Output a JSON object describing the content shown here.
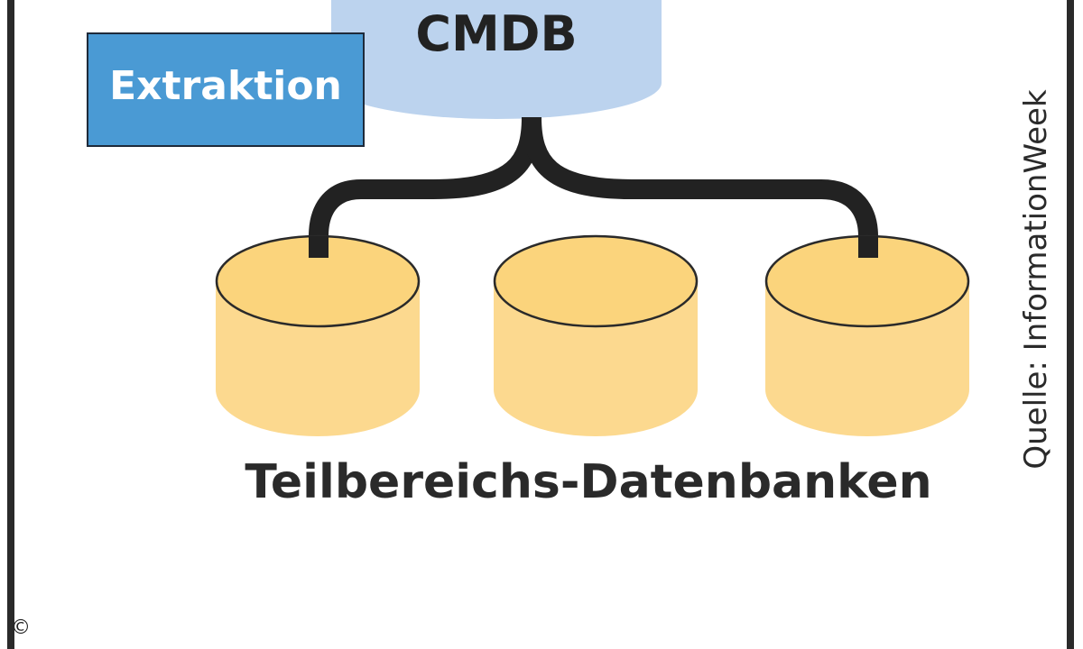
{
  "cmdb": {
    "label": "CMDB",
    "color": "#bcd3ee"
  },
  "extraktion": {
    "label": "Extraktion",
    "color": "#4a9ad4"
  },
  "databases": {
    "label": "Teilbereichs-Datenbanken",
    "count": 3,
    "color": "#fcd98f",
    "top_color": "#fbd47c"
  },
  "connector_color": "#222222",
  "source": {
    "label": "Quelle: InformationWeek"
  },
  "copyright": {
    "symbol": "©"
  }
}
